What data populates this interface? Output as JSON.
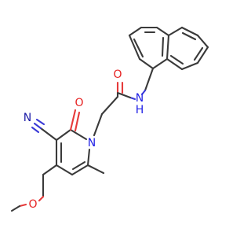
{
  "molecule": {
    "labels": {
      "carbonyl_oxygen_amide": "O",
      "amide_nh": "N",
      "amide_h": "H",
      "ring_carbonyl_oxygen": "O",
      "ring_nitrogen": "N",
      "nitrile_nitrogen": "N",
      "ether_oxygen": "O"
    },
    "colors": {
      "bond": "#3a3a3a",
      "oxygen": "#e62121",
      "nitrogen": "#2121e6",
      "background": "#ffffff"
    }
  }
}
